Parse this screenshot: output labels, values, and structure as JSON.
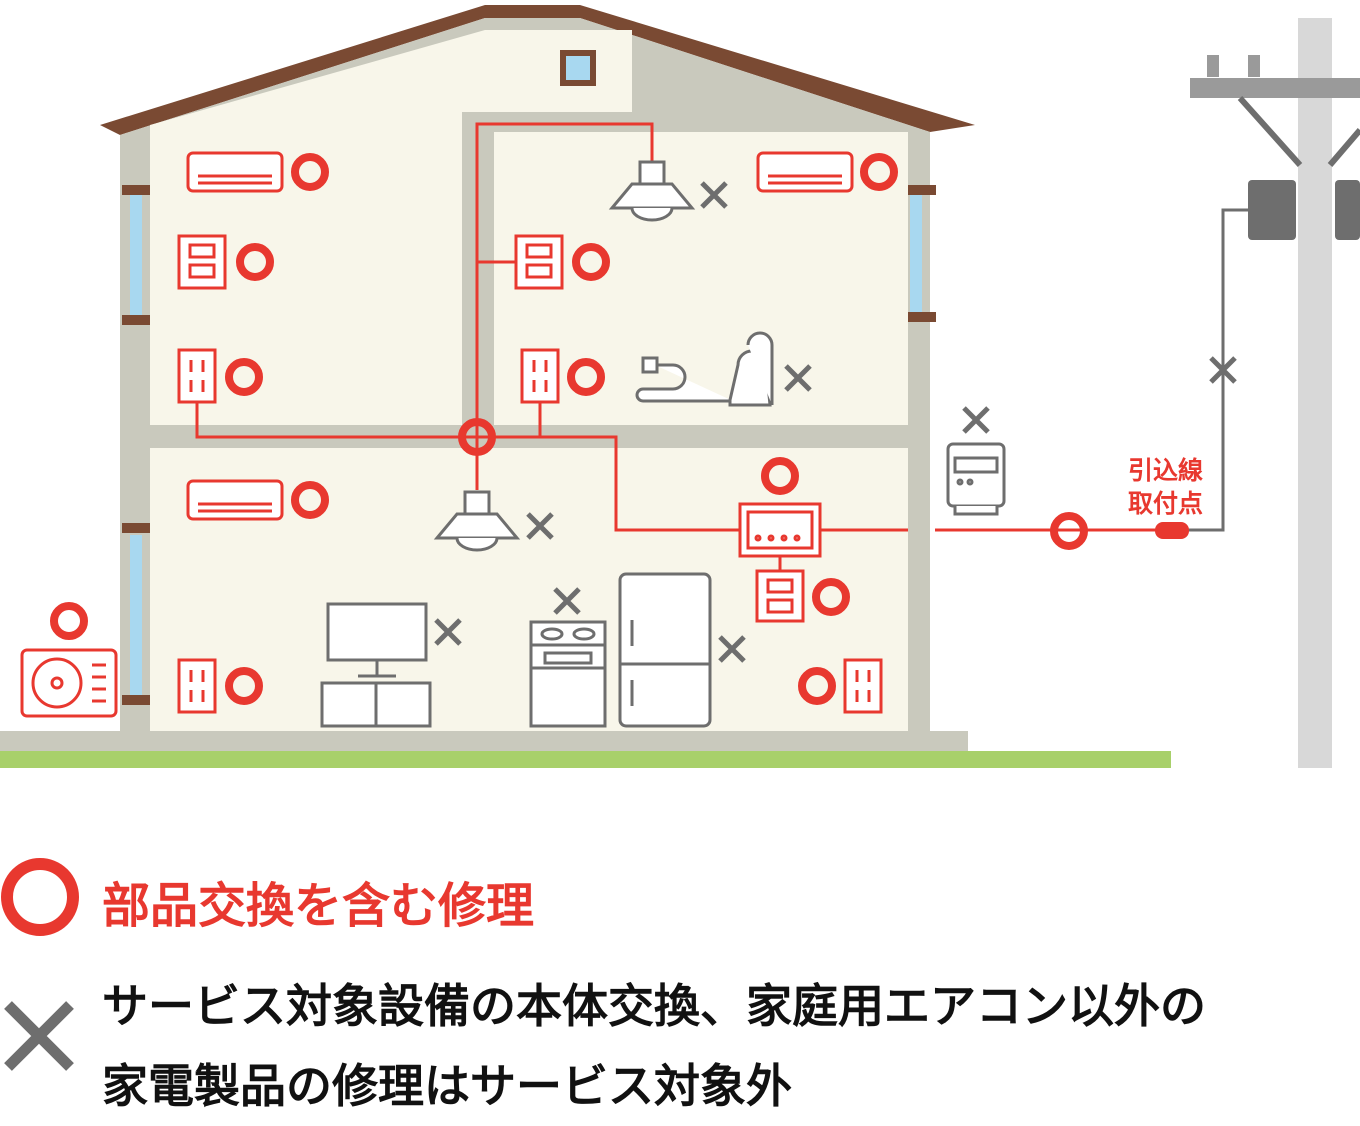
{
  "callout": {
    "line1": "引込線",
    "line2": "取付点"
  },
  "legend": {
    "circle_label": "部品交換を含む修理",
    "cross_label_line1": "サービス対象設備の本体交換、家庭用エアコン以外の",
    "cross_label_line2": "家電製品の修理はサービス対象外"
  },
  "colors": {
    "covered": "#e8382f",
    "not_covered": "#6e6e6e",
    "wall": "#c9c9bd",
    "interior": "#f8f6ea",
    "roof": "#7a4a33",
    "ground": "#a8d06a"
  }
}
